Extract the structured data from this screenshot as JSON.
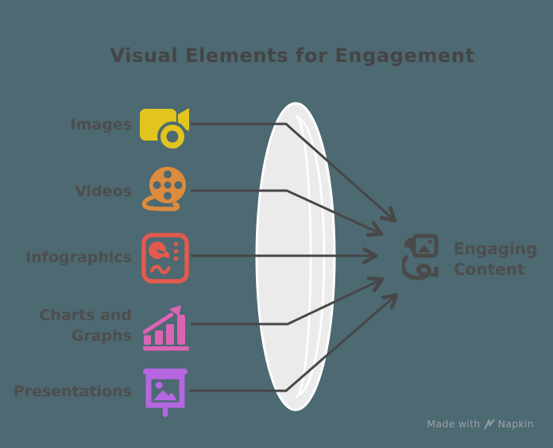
{
  "title": "Visual Elements for Engagement",
  "colors": {
    "background": "#4d6972",
    "connector_line": "#474747",
    "lens_fill": "#ebebeb",
    "lens_highlight": "#ffffff",
    "title_text": "#454545",
    "label_text": "#4e4e4e",
    "images_icon": "#e2c41e",
    "videos_icon": "#dd8b3d",
    "infographics_icon": "#e25a4e",
    "charts_icon": "#db64b4",
    "presentations_icon": "#b566e0",
    "result_icon": "#4a4a4a",
    "footer_text": "#9aa1a5"
  },
  "items": [
    {
      "label": "Images",
      "icon": "image-camera-icon"
    },
    {
      "label": "Videos",
      "icon": "film-reel-icon"
    },
    {
      "label": "Infographics",
      "icon": "infographic-board-icon"
    },
    {
      "label": "Charts and Graphs",
      "icon": "bar-chart-arrow-icon"
    },
    {
      "label": "Presentations",
      "icon": "presentation-easel-icon"
    }
  ],
  "result": {
    "label": "Engaging Content",
    "icon": "creative-content-icon"
  },
  "lens": {
    "shape": "vertical-ellipse-lens"
  },
  "footer": {
    "prefix": "Made with",
    "brand": "Napkin"
  }
}
